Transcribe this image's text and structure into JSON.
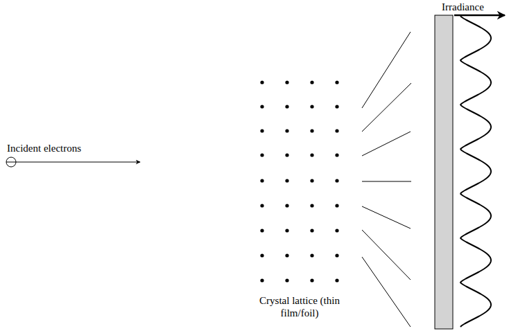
{
  "diagram": {
    "labels": [
      "Incident electrons",
      "Crystal lattice (thin film/foil)",
      "Irradiance"
    ]
  }
}
